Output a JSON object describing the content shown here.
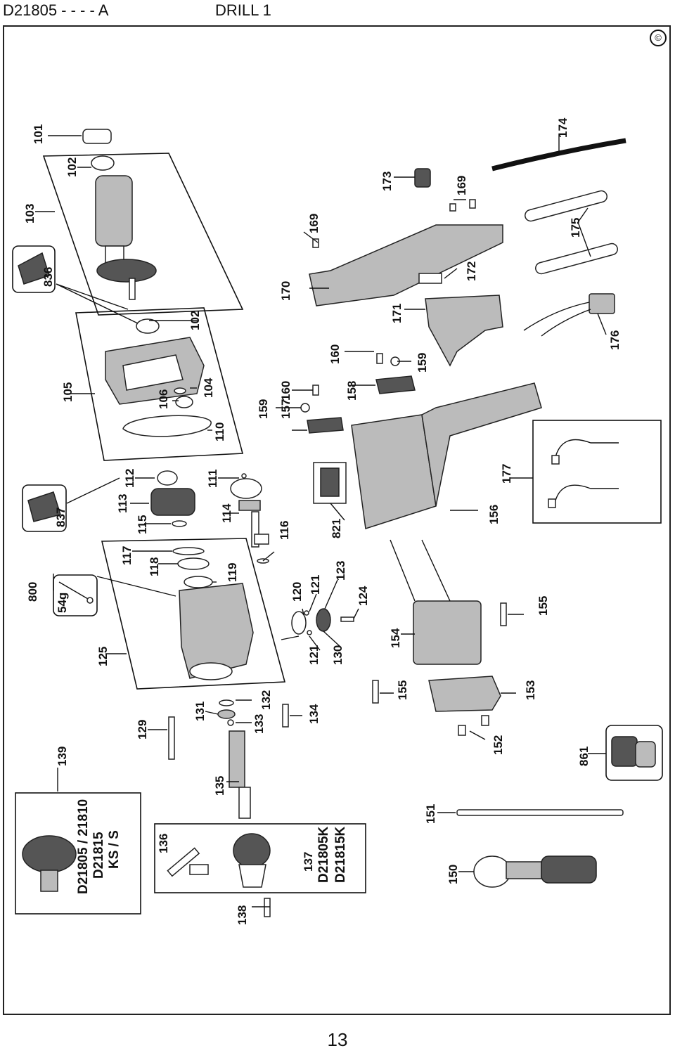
{
  "header": {
    "model": "D21805 - - - - A",
    "title": "DRILL 1"
  },
  "footer": {
    "page_number": "13",
    "copyright_symbol": "©"
  },
  "parts": [
    "101",
    "102",
    "103",
    "836",
    "102",
    "105",
    "106",
    "104",
    "110",
    "112",
    "837",
    "113",
    "115",
    "111",
    "114",
    "116",
    "117",
    "118",
    "119",
    "800",
    "54g",
    "125",
    "120",
    "121",
    "123",
    "121",
    "124",
    "130",
    "129",
    "131",
    "132",
    "133",
    "134",
    "139",
    "135",
    "136",
    "137",
    "138",
    "169",
    "170",
    "160",
    "159",
    "157",
    "160",
    "158",
    "159",
    "171",
    "172",
    "173",
    "169",
    "174",
    "175",
    "176",
    "821",
    "156",
    "177",
    "154",
    "155",
    "155",
    "153",
    "152",
    "861",
    "151",
    "150"
  ],
  "variants": {
    "keyless_chuck": [
      "D21805 / 21810",
      "D21815",
      "KS / S"
    ],
    "keyed_chuck": [
      "D21805K",
      "D21815K"
    ]
  }
}
